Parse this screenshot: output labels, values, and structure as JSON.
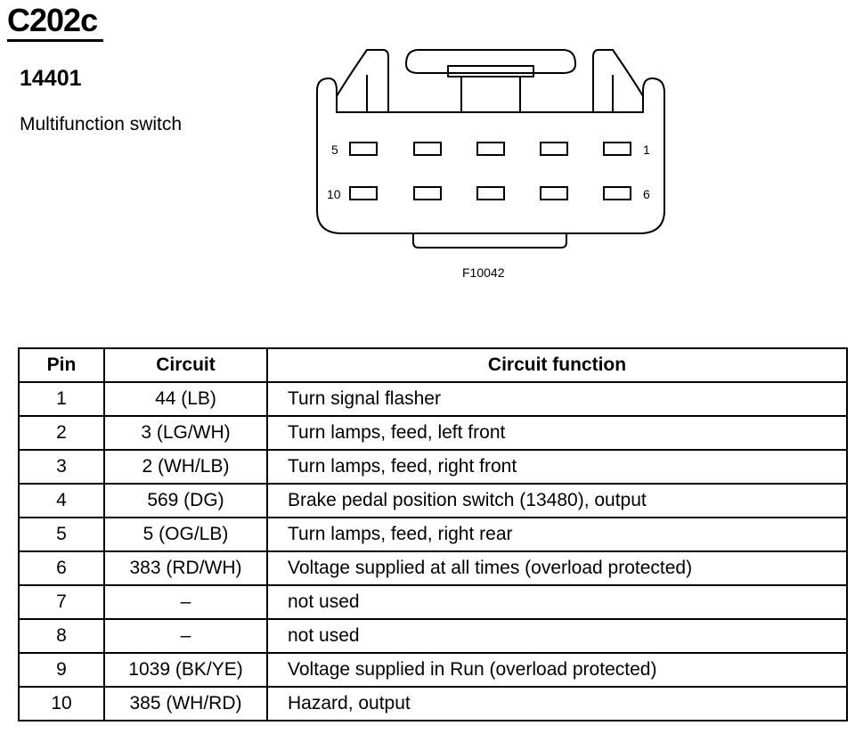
{
  "connector": {
    "id": "C202c",
    "part_number": "14401",
    "description": "Multifunction switch",
    "figure_id": "F10042",
    "pin_labels": {
      "top_left": "5",
      "top_right": "1",
      "bottom_left": "10",
      "bottom_right": "6"
    }
  },
  "table": {
    "headers": {
      "pin": "Pin",
      "circuit": "Circuit",
      "function": "Circuit function"
    },
    "rows": [
      {
        "pin": "1",
        "circuit": "44 (LB)",
        "function": "Turn signal flasher"
      },
      {
        "pin": "2",
        "circuit": "3 (LG/WH)",
        "function": "Turn lamps, feed, left front"
      },
      {
        "pin": "3",
        "circuit": "2 (WH/LB)",
        "function": "Turn lamps, feed, right front"
      },
      {
        "pin": "4",
        "circuit": "569 (DG)",
        "function": "Brake pedal position switch (13480), output"
      },
      {
        "pin": "5",
        "circuit": "5 (OG/LB)",
        "function": "Turn lamps, feed, right rear"
      },
      {
        "pin": "6",
        "circuit": "383 (RD/WH)",
        "function": "Voltage supplied at all times (overload protected)"
      },
      {
        "pin": "7",
        "circuit": "–",
        "function": "not used"
      },
      {
        "pin": "8",
        "circuit": "–",
        "function": "not used"
      },
      {
        "pin": "9",
        "circuit": "1039 (BK/YE)",
        "function": "Voltage supplied in Run (overload protected)"
      },
      {
        "pin": "10",
        "circuit": "385 (WH/RD)",
        "function": "Hazard, output"
      }
    ]
  }
}
